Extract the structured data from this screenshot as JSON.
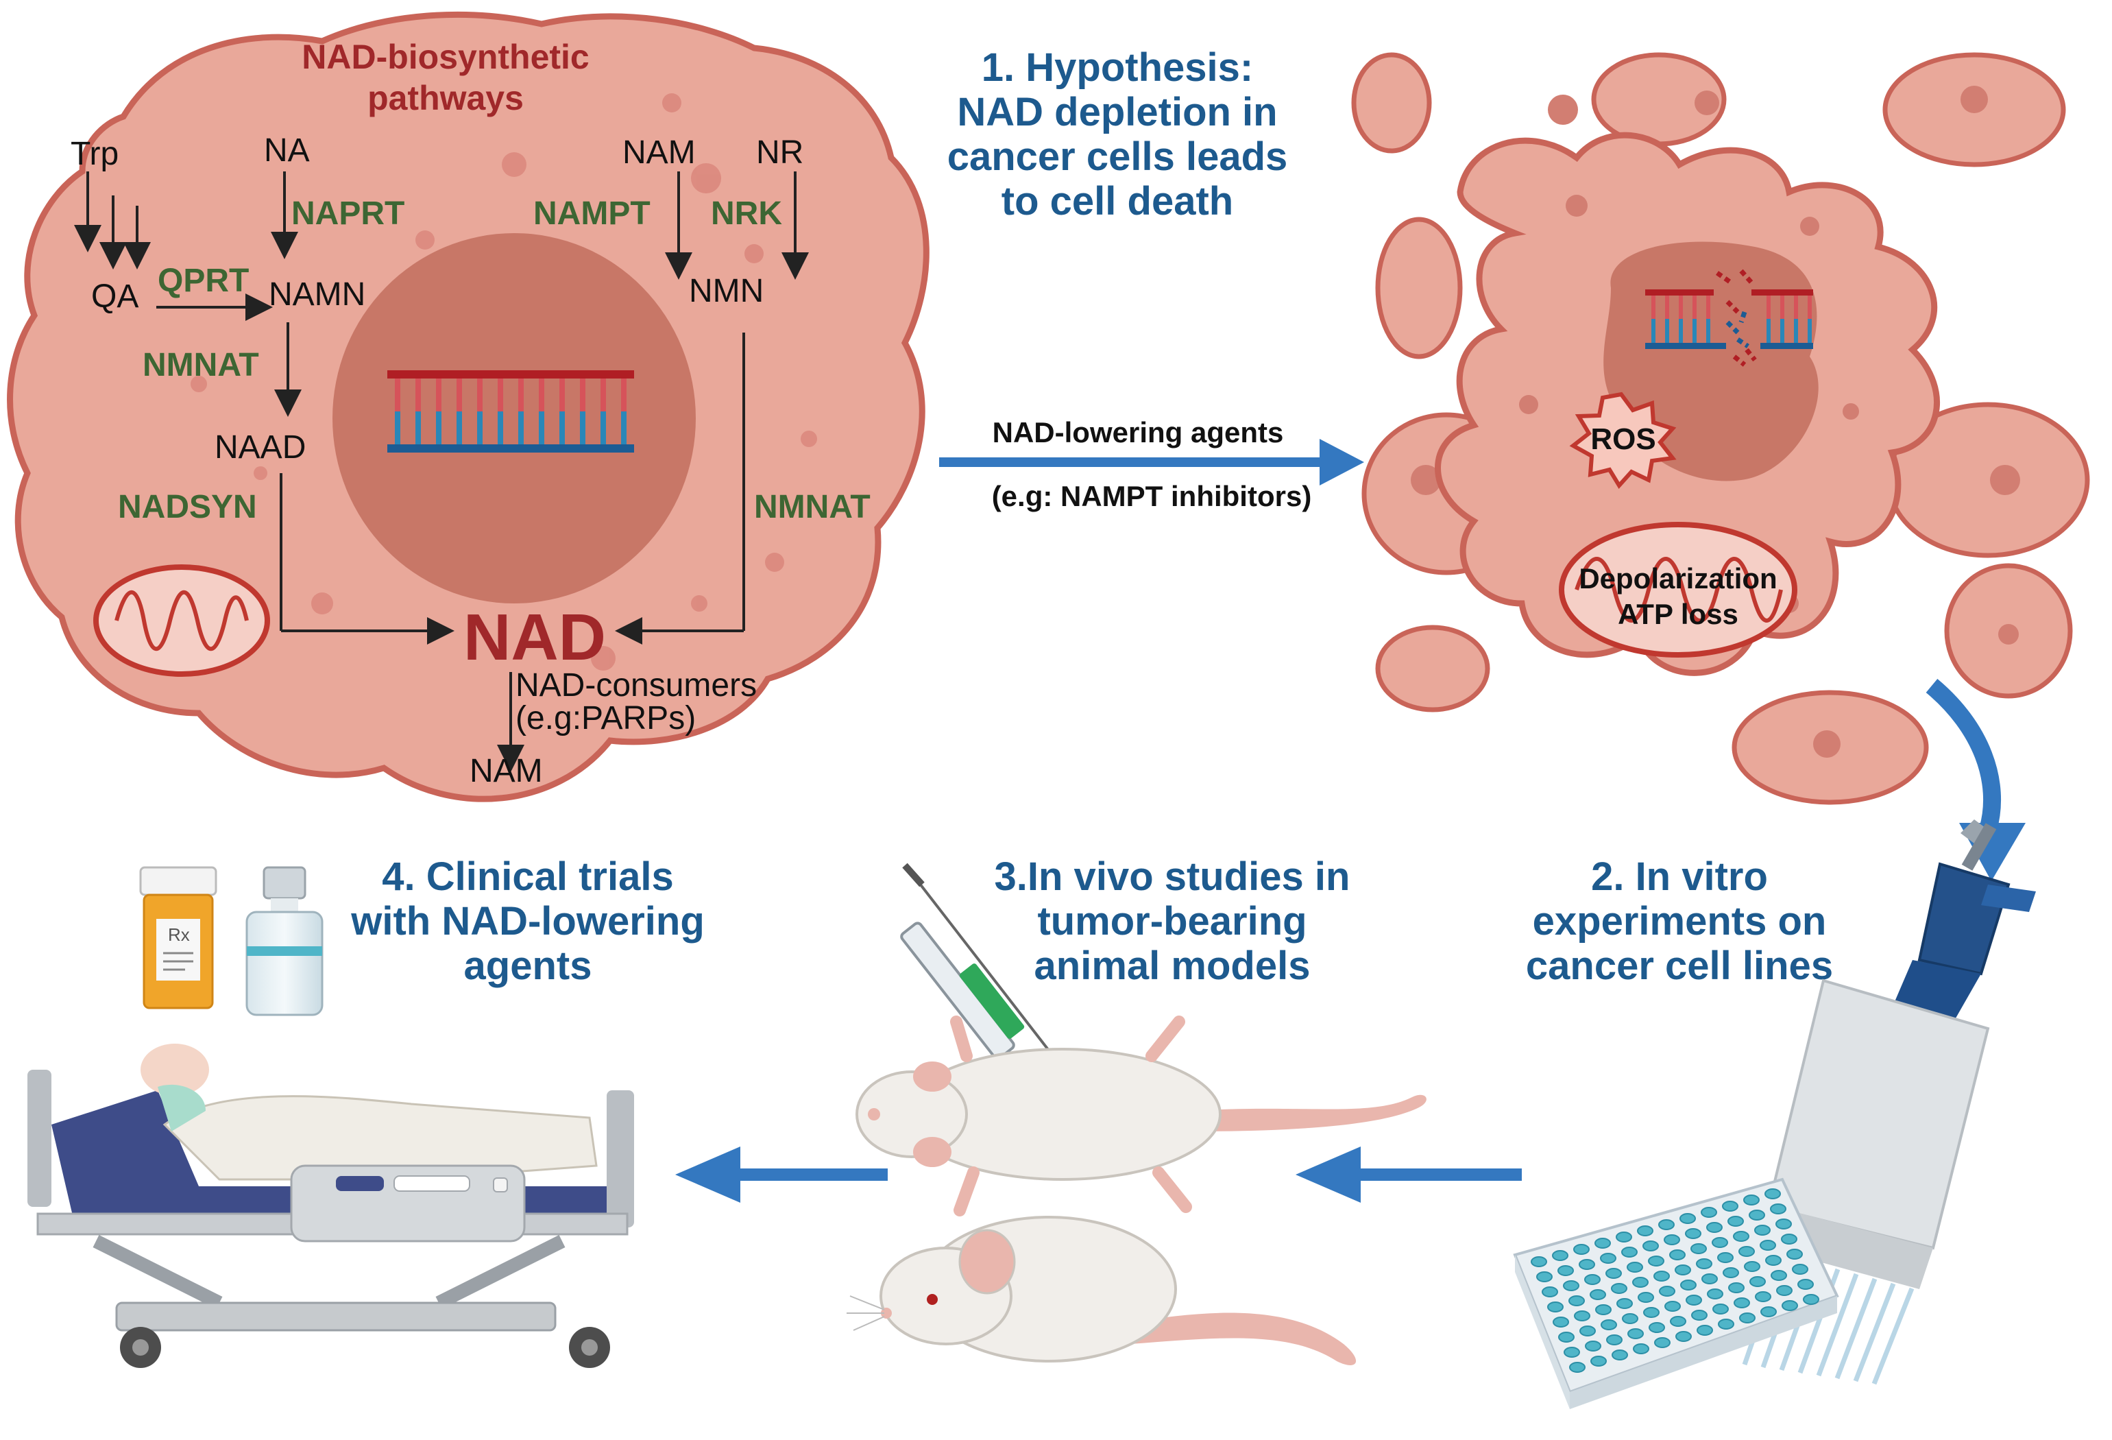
{
  "cell_panel": {
    "title_line1": "NAD-biosynthetic",
    "title_line2": "pathways",
    "molecules": {
      "trp": "Trp",
      "na": "NA",
      "nam_top": "NAM",
      "nr": "NR",
      "qa": "QA",
      "namn": "NAMN",
      "nmn": "NMN",
      "naad": "NAAD",
      "nad": "NAD",
      "nam_bottom": "NAM"
    },
    "enzymes": {
      "naprt": "NAPRT",
      "qprt": "QPRT",
      "nampt": "NAMPT",
      "nrk": "NRK",
      "nmnat_left": "NMNAT",
      "nmnat_right": "NMNAT",
      "nadsyn": "NADSYN"
    },
    "consumers_line1": "NAD-consumers",
    "consumers_line2": "(e.g:PARPs)"
  },
  "center_arrow": {
    "label": "NAD-lowering agents",
    "sublabel": "(e.g: NAMPT inhibitors)"
  },
  "dying_cell": {
    "ros": "ROS",
    "mito_line1": "Depolarization",
    "mito_line2": "ATP loss"
  },
  "steps": {
    "hypothesis": [
      "1. Hypothesis:",
      "NAD depletion in",
      "cancer cells leads",
      "to cell death"
    ],
    "in_vitro": [
      "2. In vitro",
      "experiments on",
      "cancer cell lines"
    ],
    "in_vivo": [
      "3.In vivo studies in",
      "tumor-bearing",
      "animal models"
    ],
    "clinical": [
      "4. Clinical trials",
      "with NAD-lowering",
      "agents"
    ]
  },
  "prescription_symbol": "Rx",
  "colors": {
    "cell_fill": "#e9a89a",
    "cell_border": "#c96458",
    "nucleus": "#c87767",
    "enzyme_green": "#3d6633",
    "step_blue": "#1d5a8e",
    "arrow_blue": "#3478c0",
    "nad_red": "#a0282a",
    "dna_red": "#b01e24",
    "dna_blue": "#1c5c94"
  }
}
